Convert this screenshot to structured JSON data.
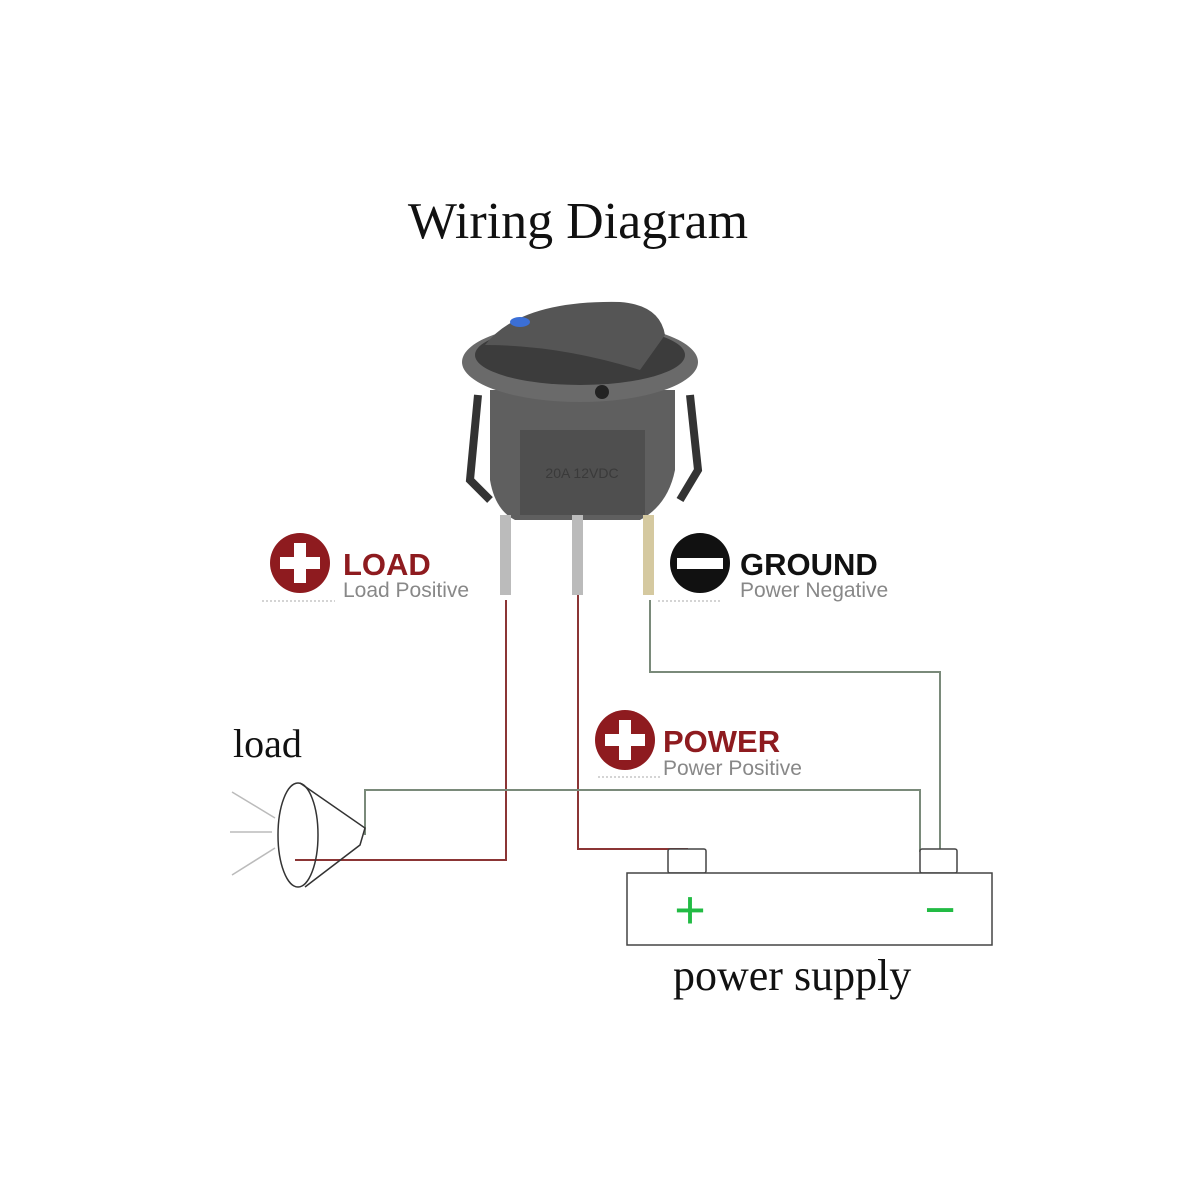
{
  "title": "Wiring Diagram",
  "switch": {
    "marking": "20A 12VDC"
  },
  "labels": {
    "load_terminal": {
      "title": "LOAD",
      "subtitle": "Load Positive",
      "icon": "plus-circle-icon"
    },
    "ground_terminal": {
      "title": "GROUND",
      "subtitle": "Power Negative",
      "icon": "minus-circle-icon"
    },
    "power_terminal": {
      "title": "POWER",
      "subtitle": "Power Positive",
      "icon": "plus-circle-icon"
    }
  },
  "load_label": "load",
  "power_supply": {
    "label": "power supply",
    "positive": "+",
    "negative": "−"
  },
  "colors": {
    "positive_icon": "#8e1b1f",
    "ground_icon": "#111111",
    "red_wire": "#8b3535",
    "gray_wire": "#7a8a7a",
    "battery_sign": "#22bb44"
  }
}
